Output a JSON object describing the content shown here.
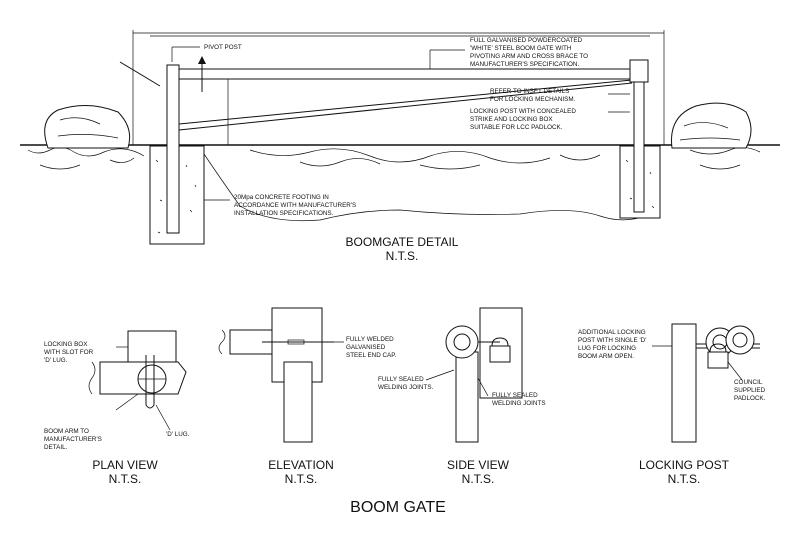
{
  "main_detail": {
    "label_pivot_post": "PIVOT POST",
    "label_boom_gate": [
      "FULL GALVANISED POWDERCOATED",
      "'WHITE' STEEL BOOM GATE WITH",
      "PIVOTING ARM AND CROSS BRACE TO",
      "MANUFACTURER'S SPECIFICATION."
    ],
    "label_inset": [
      "REFER TO INSET DETAILS",
      "FOR LOCKING MECHANISM."
    ],
    "label_locking_post": [
      "LOCKING POST WITH CONCEALED",
      "STRIKE AND LOCKING BOX",
      "SUITABLE FOR LCC PADLOCK."
    ],
    "label_footing": [
      "20Mpa CONCRETE FOOTING IN",
      "ACCORDANCE WITH MANUFACTURER'S",
      "INSTALLATION SPECIFICATIONS."
    ],
    "title": "BOOMGATE DETAIL",
    "scale": "N.T.S."
  },
  "plan_view": {
    "label_locking_box": [
      "LOCKING BOX",
      "WITH SLOT FOR",
      "'D' LUG."
    ],
    "label_boom_arm": [
      "BOOM ARM TO",
      "MANUFACTURER'S",
      "DETAIL."
    ],
    "label_d_lug": "'D' LUG.",
    "title": "PLAN VIEW",
    "scale": "N.T.S."
  },
  "elevation": {
    "label_end_cap": [
      "FULLY WELDED",
      "GALVANISED",
      "STEEL END CAP."
    ],
    "title": "ELEVATION",
    "scale": "N.T.S."
  },
  "side_view": {
    "label_sealed_left": [
      "FULLY SEALED",
      "WELDING JOINTS."
    ],
    "label_sealed_right": [
      "FULLY SEALED",
      "WELDING JOINTS"
    ],
    "title": "SIDE VIEW",
    "scale": "N.T.S."
  },
  "locking_post": {
    "label_additional": [
      "ADDITIONAL LOCKING",
      "POST WITH SINGLE 'D'",
      "LUG FOR LOCKING",
      "BOOM ARM OPEN."
    ],
    "label_padlock": [
      "COUNCIL",
      "SUPPLIED",
      "PADLOCK."
    ],
    "title": "LOCKING POST",
    "scale": "N.T.S."
  },
  "sheet_title": "BOOM GATE"
}
